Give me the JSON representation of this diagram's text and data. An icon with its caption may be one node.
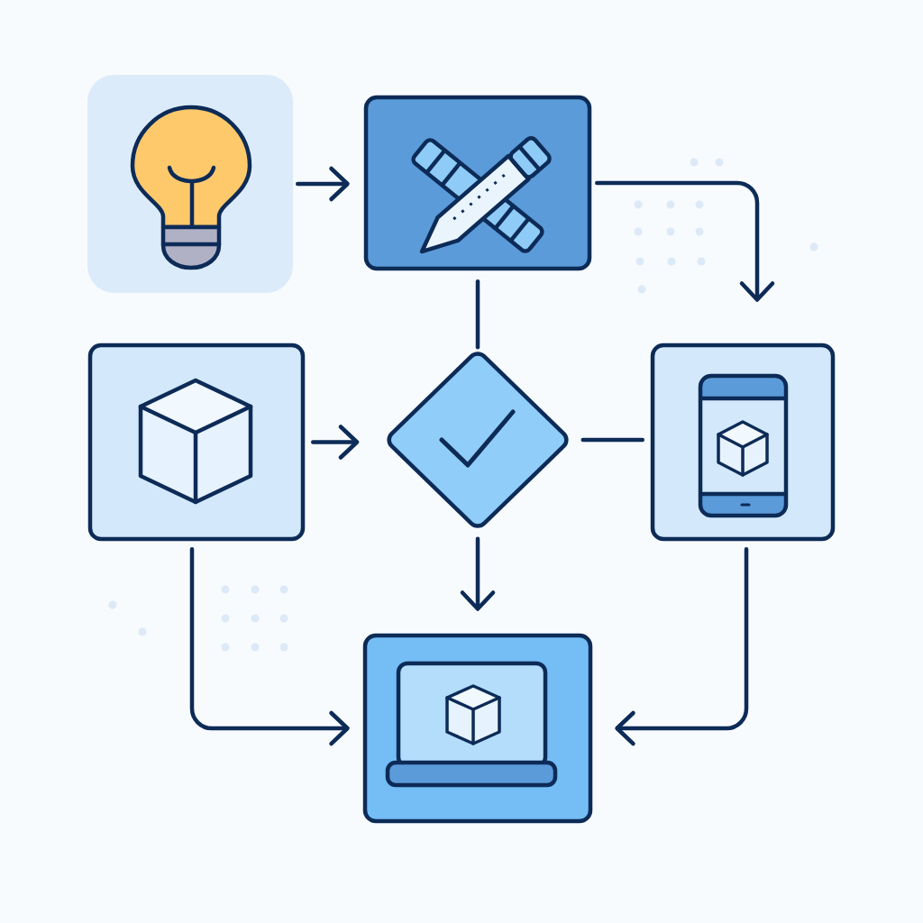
{
  "diagram": {
    "nodes": [
      {
        "text": [],
        "shape": "box"
      },
      {
        "text": [],
        "shape": "box"
      },
      {
        "text": [],
        "shape": "diamond"
      },
      {
        "text": [],
        "shape": "box"
      },
      {
        "text": [],
        "shape": "box"
      },
      {
        "text": [],
        "shape": "box"
      }
    ],
    "edges": [
      {
        "from": 0,
        "to": 1,
        "arrow": "to"
      },
      {
        "from": 1,
        "to": 4,
        "arrow": "to"
      },
      {
        "from": 1,
        "to": 2,
        "arrow": "none"
      },
      {
        "from": 3,
        "to": 2,
        "arrow": "to"
      },
      {
        "from": 2,
        "to": 4,
        "arrow": "none"
      },
      {
        "from": 2,
        "to": 5,
        "arrow": "to"
      },
      {
        "from": 3,
        "to": 5,
        "arrow": "to"
      },
      {
        "from": 4,
        "to": 5,
        "arrow": "to"
      }
    ]
  }
}
